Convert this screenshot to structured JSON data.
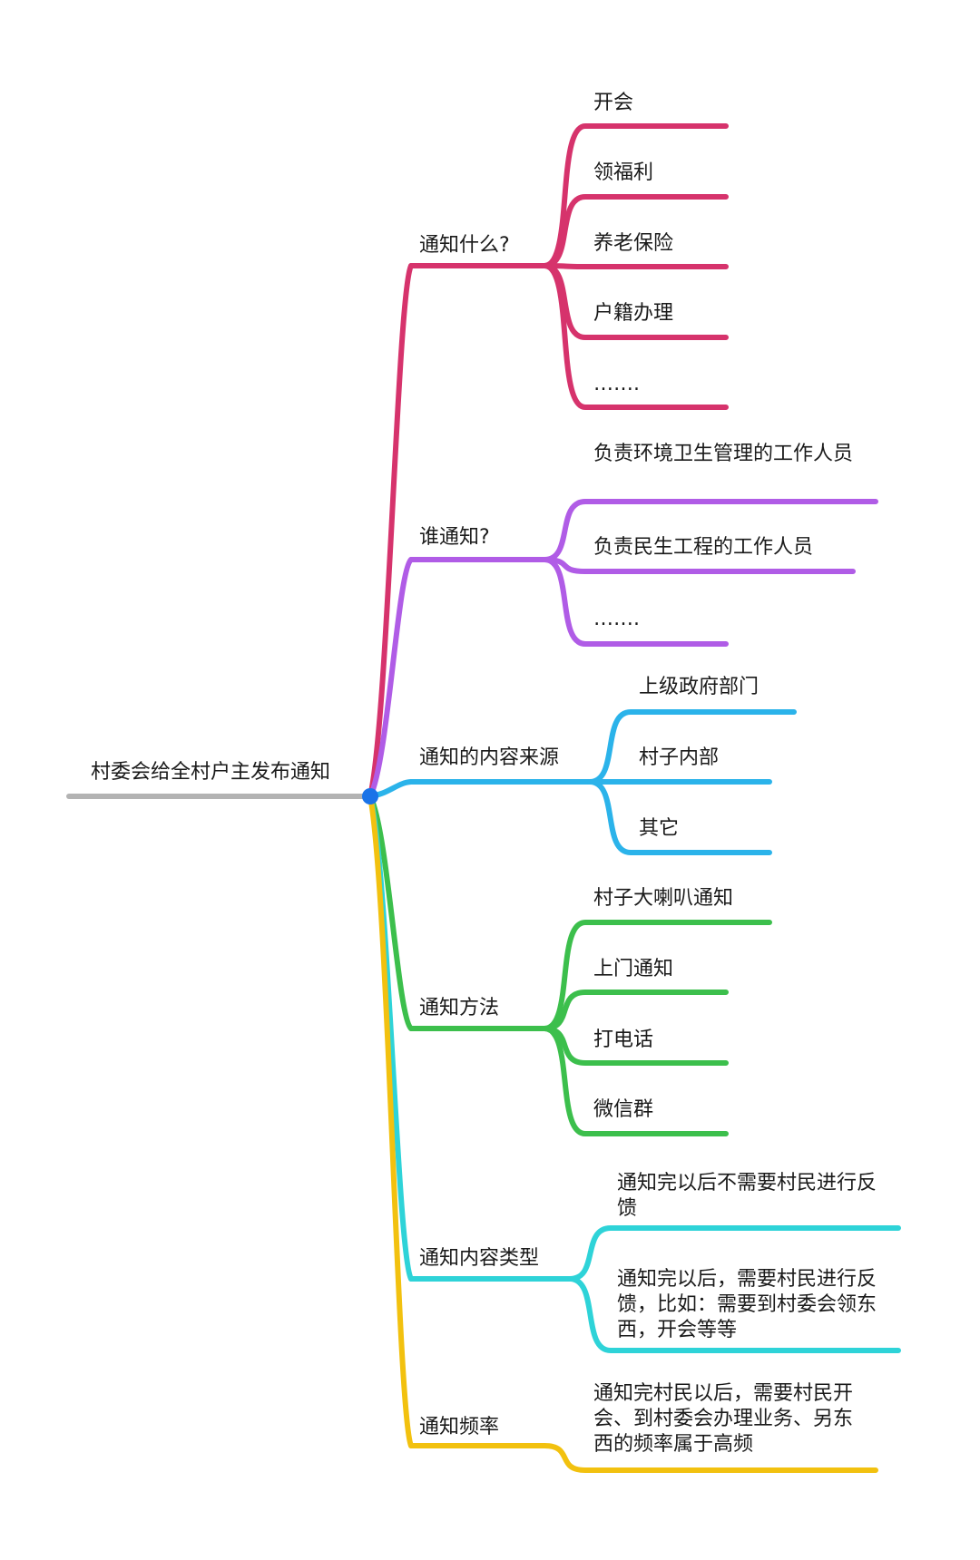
{
  "root": {
    "label": "村委会给全村户主发布通知",
    "color": "#b3b3b3",
    "node_color": "#1a73e8"
  },
  "branches": [
    {
      "label": "通知什么?",
      "color": "#d6336c",
      "children": [
        "开会",
        "领福利",
        "养老保险",
        "户籍办理",
        "……."
      ]
    },
    {
      "label": "谁通知?",
      "color": "#b05ce6",
      "children": [
        "负责环境卫生管理的工作人员",
        "负责民生工程的工作人员",
        "……."
      ]
    },
    {
      "label": "通知的内容来源",
      "color": "#2bb3ea",
      "children": [
        "上级政府部门",
        "村子内部",
        "其它"
      ]
    },
    {
      "label": "通知方法",
      "color": "#3cbf4c",
      "children": [
        "村子大喇叭通知",
        "上门通知",
        "打电话",
        "微信群"
      ]
    },
    {
      "label": "通知内容类型",
      "color": "#2ed3d8",
      "children": [
        "通知完以后不需要村民进行反馈",
        "通知完以后，需要村民进行反馈，比如：需要到村委会领东西，开会等等"
      ]
    },
    {
      "label": "通知频率",
      "color": "#f2c10f",
      "children": [
        "通知完村民以后，需要村民开会、到村委会办理业务、另东西的频率属于高频"
      ]
    }
  ]
}
